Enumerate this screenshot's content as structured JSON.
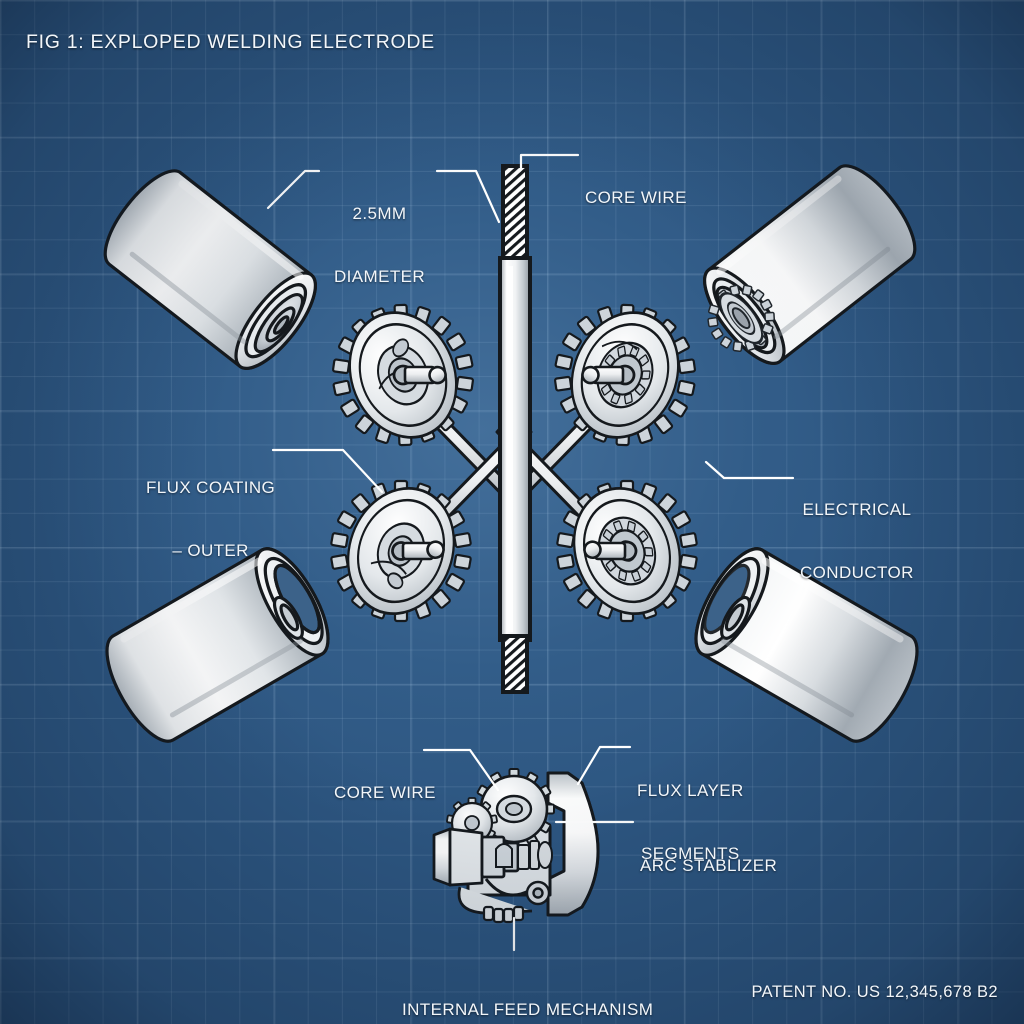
{
  "sheet": {
    "title": "FIG 1: EXPLOPED WELDING ELECTRODE",
    "patent": "PATENT NO. US 12,345,678 B2",
    "background_color": "#2d5681",
    "grid_line_color": "#bed7f0",
    "ink_color": "#1a1a1a",
    "metal_light": "#ffffff",
    "metal_mid": "#d9dde1",
    "metal_shadow": "#9aa2aa",
    "text_color": "#f2f6fa"
  },
  "callouts": {
    "diameter": {
      "line1": "2.5MM",
      "line2": "DIAMETER"
    },
    "core_wire_top": {
      "line1": "CORE WIRE"
    },
    "flux_coating": {
      "line1": "FLUX COATING",
      "line2": "– OUTER"
    },
    "electrical_conductor": {
      "line1": "ELECTRICAL",
      "line2": "CONDUCTOR"
    },
    "core_wire_bottom": {
      "line1": "CORE WIRE"
    },
    "flux_layer_segments": {
      "line1": "FLUX LAYER",
      "line2": "SEGMENTS"
    },
    "arc_stabilizer": {
      "line1": "ARC STABLIZER"
    },
    "internal_feed": {
      "line1": "INTERNAL FEED MECHANISM"
    }
  },
  "parts": {
    "core_wire": "core-wire-rod",
    "sleeves": [
      "sleeve-upper-left",
      "sleeve-upper-right",
      "sleeve-lower-left",
      "sleeve-lower-right"
    ],
    "gear_assemblies": [
      "gear-upper-left",
      "gear-upper-right",
      "gear-lower-left",
      "gear-lower-right"
    ],
    "detail_module": "internal-feed-mechanism-detail"
  }
}
